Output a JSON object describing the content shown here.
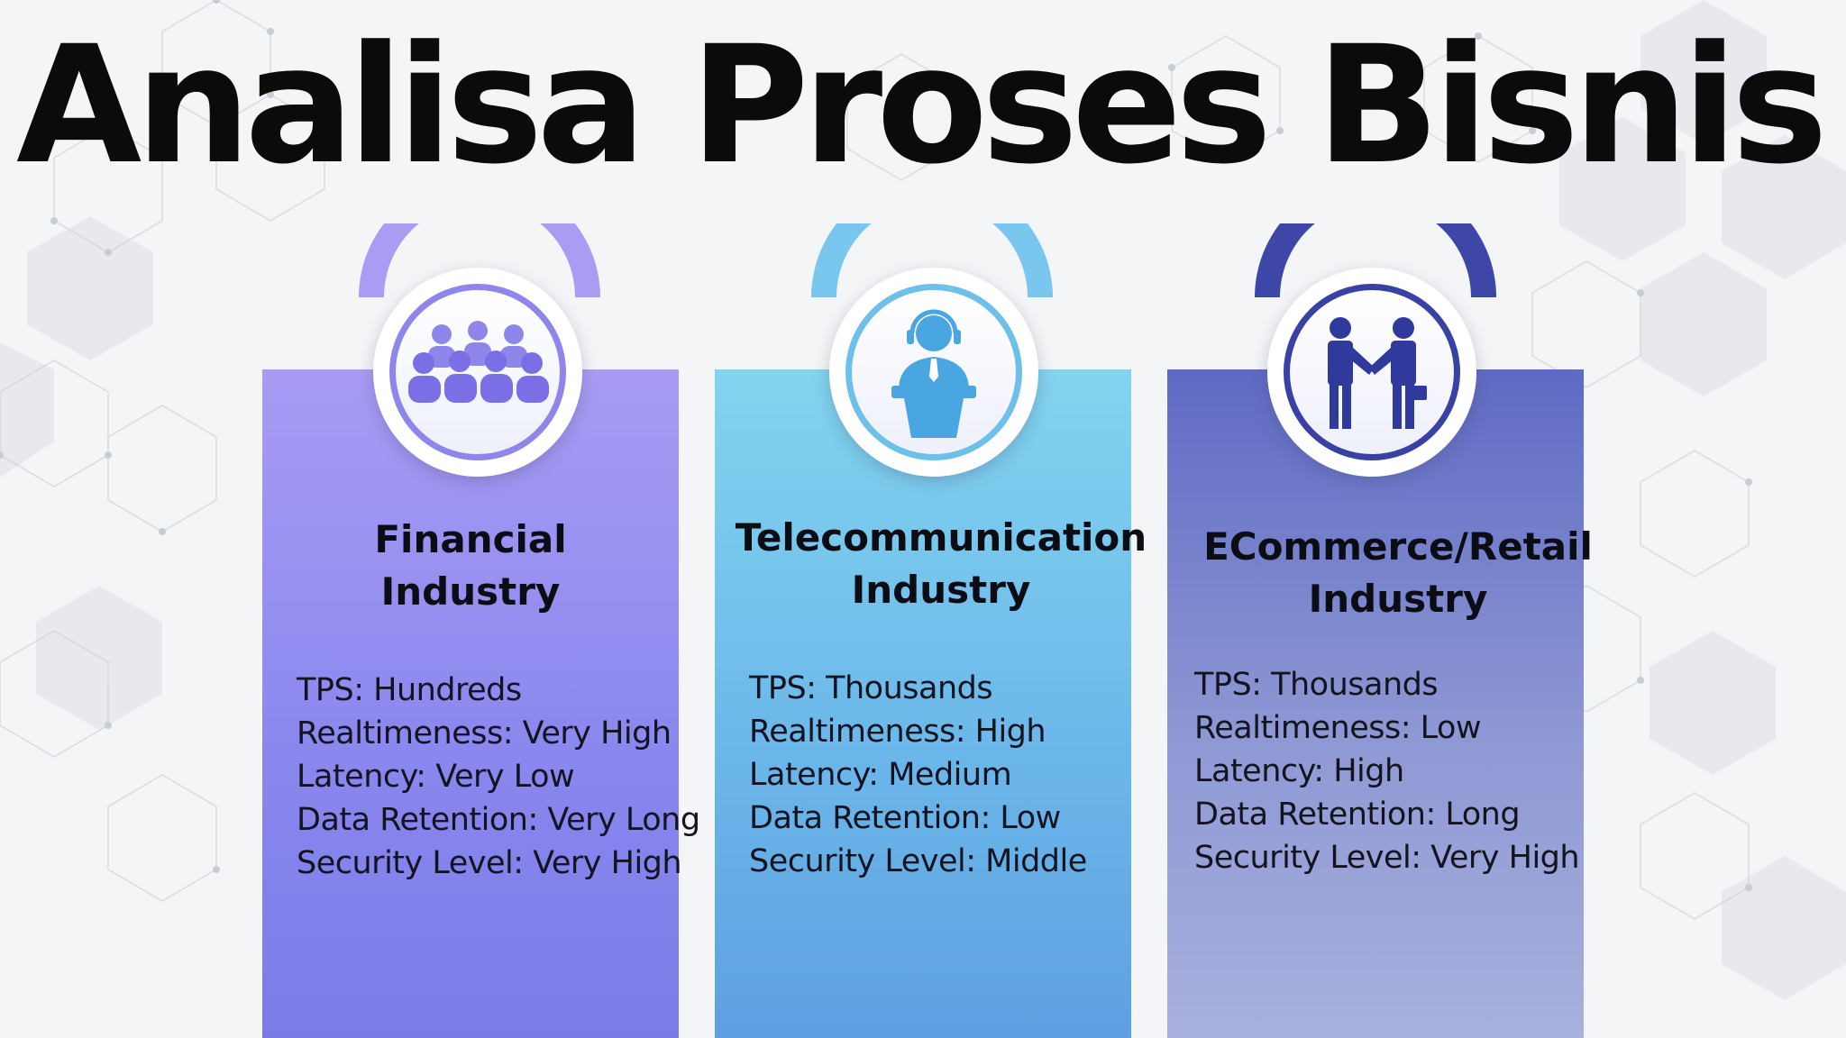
{
  "title": "Analisa Proses Bisnis",
  "colors": {
    "financial": "#8b88ee",
    "telecom": "#6cb8ea",
    "ecommerce": "#5f6ac4",
    "financial_arc": "#a99cf3",
    "telecom_arc": "#79c6ee",
    "ecommerce_arc": "#3e46a8"
  },
  "cards": [
    {
      "title_line1": "Financial",
      "title_line2": "Industry",
      "icon": "group-people-icon",
      "stats": [
        "TPS: Hundreds",
        "Realtimeness: Very High",
        "Latency: Very Low",
        "Data Retention: Very Long",
        "Security Level: Very High"
      ]
    },
    {
      "title_line1": "Telecommunication",
      "title_line2": "Industry",
      "icon": "call-center-operator-icon",
      "stats": [
        "TPS: Thousands",
        "Realtimeness: High",
        "Latency: Medium",
        "Data Retention: Low",
        "Security Level: Middle"
      ]
    },
    {
      "title_line1": "ECommerce/Retail",
      "title_line2": "Industry",
      "icon": "handshake-icon",
      "stats": [
        "TPS: Thousands",
        "Realtimeness: Low",
        "Latency: High",
        "Data Retention: Long",
        "Security Level: Very High"
      ]
    }
  ]
}
